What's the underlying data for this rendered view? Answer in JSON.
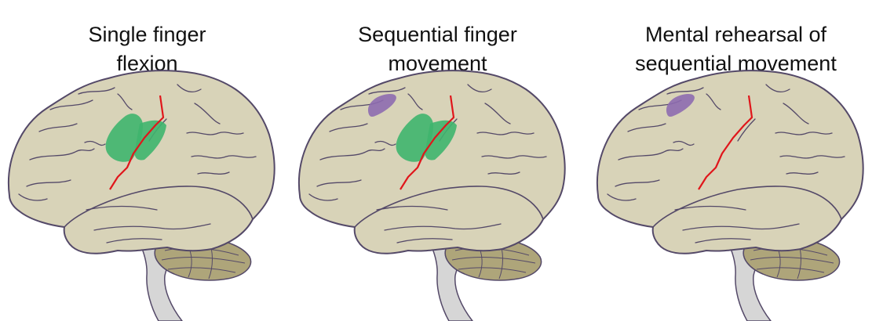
{
  "colors": {
    "cortex": "#d8d3b8",
    "outline": "#544968",
    "cerebellum": "#aea57a",
    "stem": "#d6d6d6",
    "central_sulcus": "#e0161b",
    "motor_activation": "#3fb56e",
    "sma_activation": "#8e6bb0"
  },
  "panels": [
    {
      "title_lines": [
        "Single finger",
        "flexion"
      ],
      "motor_active": true,
      "sma_active": false
    },
    {
      "title_lines": [
        "Sequential finger",
        "movement"
      ],
      "motor_active": true,
      "sma_active": true
    },
    {
      "title_lines": [
        "Mental rehearsal of",
        "sequential movement"
      ],
      "motor_active": false,
      "sma_active": true
    }
  ]
}
